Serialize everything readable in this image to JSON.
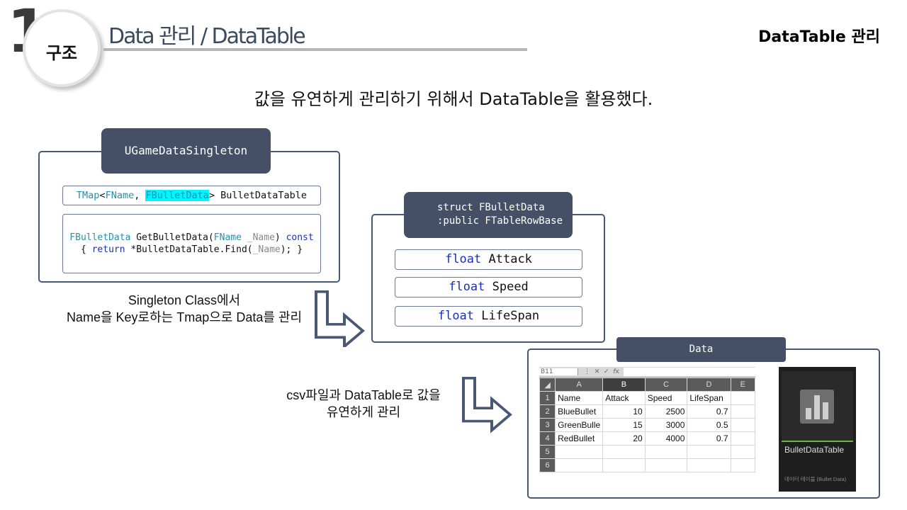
{
  "header": {
    "big_number": "1",
    "section_label": "구조",
    "title": "Data 관리 / DataTable",
    "right_title": "DataTable 관리"
  },
  "subtitle": "값을 유연하게 관리하기 위해서 DataTable을 활용했다.",
  "singleton": {
    "tag": "UGameDataSingleton",
    "map_line": {
      "t1": "TMap",
      "t2": "<",
      "t3": "FName",
      "t4": ", ",
      "t5": "FBulletData",
      "t6": "> BulletDataTable"
    },
    "func_line1": {
      "a": "FBulletData",
      "b": " GetBulletData(",
      "c": "FName",
      "d": " _Name",
      "e": ") ",
      "f": "const"
    },
    "func_line2": {
      "a": "{ ",
      "b": "return",
      "c": " *BulletDataTable.Find(",
      "d": "_Name",
      "e": "); }"
    },
    "caption_line1": "Singleton Class에서",
    "caption_line2": "Name을 Key로하는 Tmap으로 Data를 관리"
  },
  "struct": {
    "tag_line1": "struct FBulletData",
    "tag_line2": ":public FTableRowBase",
    "fields": [
      {
        "kw": "float",
        "name": " Attack"
      },
      {
        "kw": "float",
        "name": " Speed"
      },
      {
        "kw": "float",
        "name": " LifeSpan"
      }
    ]
  },
  "data_section": {
    "tag": "Data",
    "caption_line1": "csv파일과 DataTable로 값을",
    "caption_line2": "유연하게 관리",
    "excel": {
      "name_box": "B11",
      "col_headers": [
        "A",
        "B",
        "C",
        "D",
        "E"
      ],
      "header_row": [
        "Name",
        "Attack",
        "Speed",
        "LifeSpan"
      ],
      "rows": [
        [
          "BlueBullet",
          "10",
          "2500",
          "0.7"
        ],
        [
          "GreenBulle",
          "15",
          "3000",
          "0.5"
        ],
        [
          "RedBullet",
          "20",
          "4000",
          "0.7"
        ]
      ],
      "row_numbers": [
        "1",
        "2",
        "3",
        "4",
        "5",
        "6"
      ]
    },
    "asset": {
      "name": "BulletDataTable",
      "type_label": "데이터 테이블 (Bullet Data)"
    }
  },
  "colors": {
    "navy": "#455066",
    "frame": "#495874",
    "keyword": "#1a2fbf",
    "type": "#2a8fa8",
    "highlight": "#00f6ff"
  }
}
